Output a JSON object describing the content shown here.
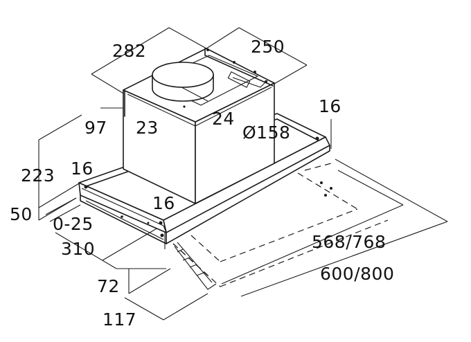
{
  "drawing": {
    "title": "Built-in cooker hood dimension drawing",
    "dimensions": {
      "duct_depth": "282",
      "duct_width": "250",
      "inner_offset_23": "23",
      "offset_24": "24",
      "offset_97": "97",
      "duct_diameter": "Ø158",
      "box_height": "223",
      "edge_16_top_right": "16",
      "edge_16_left": "16",
      "edge_16_front": "16",
      "frame_height": "50",
      "adjust_range": "0-25",
      "depth_310": "310",
      "inner_width": "568/768",
      "outer_width": "600/800",
      "front_72": "72",
      "front_117": "117"
    }
  }
}
